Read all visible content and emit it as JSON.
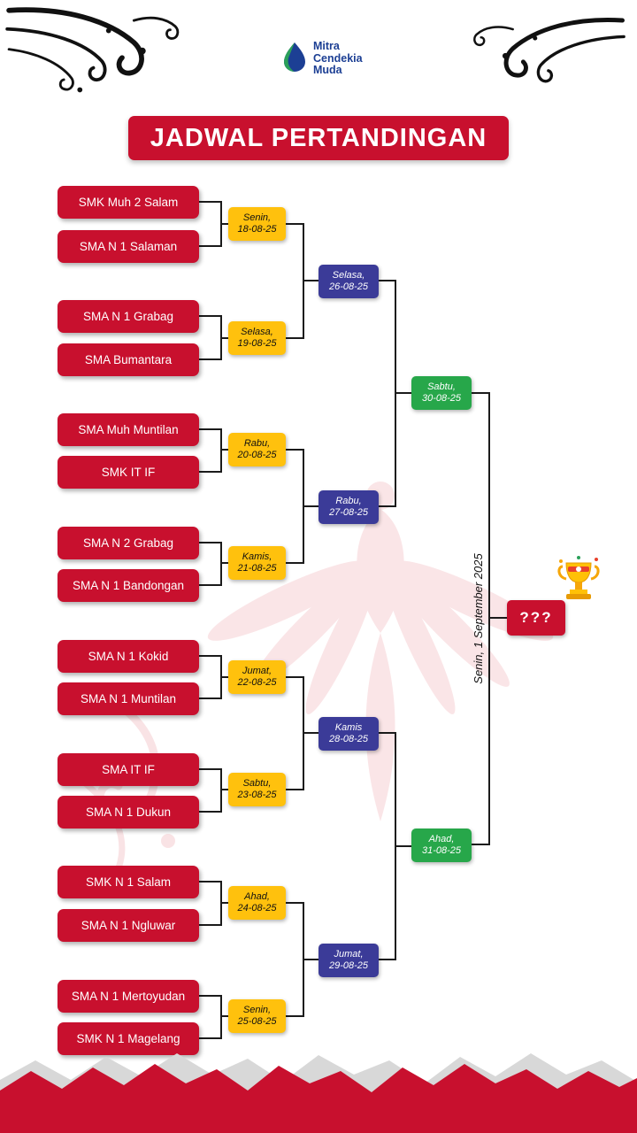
{
  "logo": {
    "name": "Mitra Cendekia Muda",
    "lines": [
      "Mitra",
      "Cendekia",
      "Muda"
    ]
  },
  "title": "JADWAL PERTANDINGAN",
  "colors": {
    "red": "#C8102E",
    "yellow": "#FFC10D",
    "blue": "#3B3B98",
    "green": "#27A74A",
    "navy": "#1C3F94"
  },
  "round1": [
    {
      "team1": "SMK Muh 2 Salam",
      "team2": "SMA N 1 Salaman",
      "day": "Senin,",
      "date": "18-08-25"
    },
    {
      "team1": "SMA N 1 Grabag",
      "team2": "SMA Bumantara",
      "day": "Selasa,",
      "date": "19-08-25"
    },
    {
      "team1": "SMA Muh Muntilan",
      "team2": "SMK IT IF",
      "day": "Rabu,",
      "date": "20-08-25"
    },
    {
      "team1": "SMA N 2 Grabag",
      "team2": "SMA N 1 Bandongan",
      "day": "Kamis,",
      "date": "21-08-25"
    },
    {
      "team1": "SMA N 1 Kokid",
      "team2": "SMA N 1 Muntilan",
      "day": "Jumat,",
      "date": "22-08-25"
    },
    {
      "team1": "SMA IT IF",
      "team2": "SMA N 1 Dukun",
      "day": "Sabtu,",
      "date": "23-08-25"
    },
    {
      "team1": "SMK N 1 Salam",
      "team2": "SMA N 1 Ngluwar",
      "day": "Ahad,",
      "date": "24-08-25"
    },
    {
      "team1": "SMA N 1 Mertoyudan",
      "team2": "SMK N 1 Magelang",
      "day": "Senin,",
      "date": "25-08-25"
    }
  ],
  "round2": [
    {
      "day": "Selasa,",
      "date": "26-08-25"
    },
    {
      "day": "Rabu,",
      "date": "27-08-25"
    },
    {
      "day": "Kamis",
      "date": "28-08-25"
    },
    {
      "day": "Jumat,",
      "date": "29-08-25"
    }
  ],
  "round3": [
    {
      "day": "Sabtu,",
      "date": "30-08-25"
    },
    {
      "day": "Ahad,",
      "date": "31-08-25"
    }
  ],
  "final": {
    "label": "???",
    "date_label": "Senin, 1 September 2025",
    "trophy_icon": "trophy"
  }
}
